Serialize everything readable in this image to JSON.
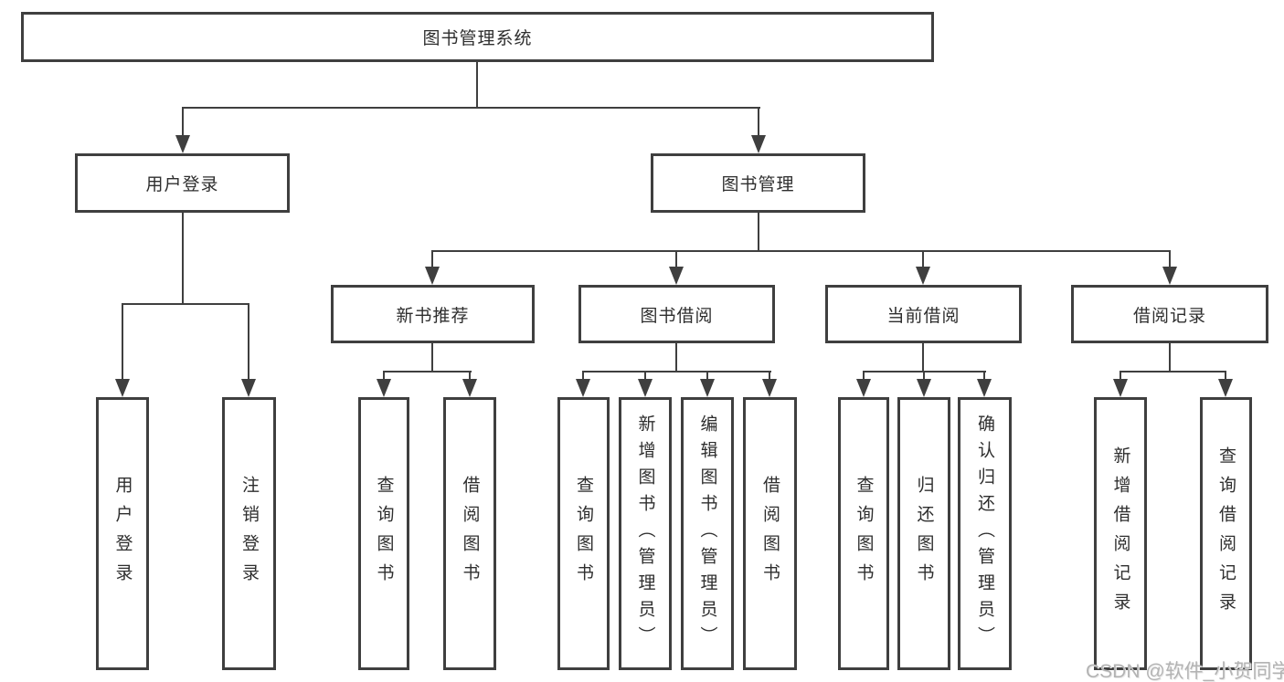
{
  "tree": {
    "root": {
      "label": "图书管理系统"
    },
    "children": [
      {
        "label": "用户登录",
        "children": [
          {
            "label": "用户登录"
          },
          {
            "label": "注销登录"
          }
        ]
      },
      {
        "label": "图书管理",
        "children": [
          {
            "label": "新书推荐",
            "children": [
              {
                "label": "查询图书"
              },
              {
                "label": "借阅图书"
              }
            ]
          },
          {
            "label": "图书借阅",
            "children": [
              {
                "label": "查询图书"
              },
              {
                "label": "新增图书（管理员）"
              },
              {
                "label": "编辑图书（管理员）"
              },
              {
                "label": "借阅图书"
              }
            ]
          },
          {
            "label": "当前借阅",
            "children": [
              {
                "label": "查询图书"
              },
              {
                "label": "归还图书"
              },
              {
                "label": "确认归还（管理员）"
              }
            ]
          },
          {
            "label": "借阅记录",
            "children": [
              {
                "label": "新增借阅记录"
              },
              {
                "label": "查询借阅记录"
              }
            ]
          }
        ]
      }
    ]
  },
  "watermark": {
    "text": "CSDN @软件_小贺同学"
  },
  "colors": {
    "line": "#3f3f3f",
    "box_border": "#3f3f3f",
    "text": "#2e2e2e",
    "watermark": "#b3b3b3",
    "background": "#ffffff"
  }
}
